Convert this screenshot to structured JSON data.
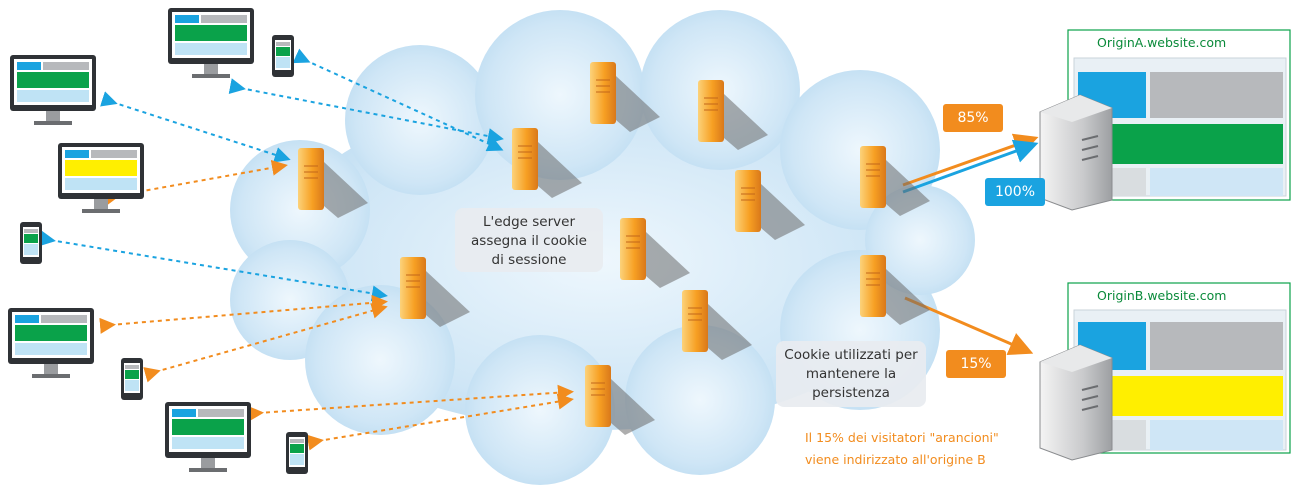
{
  "colors": {
    "orange": "#f28c1e",
    "blue": "#1aa3e0",
    "green": "#0aa24a",
    "yellow": "#ffef00",
    "server": "#f7a023",
    "cloud": "#cfe6f6"
  },
  "edge_callout": {
    "line1": "L'edge server",
    "line2": "assegna il cookie",
    "line3": "di sessione"
  },
  "persistence_callout": {
    "line1": "Cookie utilizzati per",
    "line2": "mantenere la",
    "line3": "persistenza"
  },
  "origin_a": {
    "url": "OriginA.website.com",
    "share_orange": "85%",
    "share_blue": "100%"
  },
  "origin_b": {
    "url": "OriginB.website.com",
    "share_orange": "15%"
  },
  "note": {
    "line1": "Il 15% dei visitatori \"arancioni\"",
    "line2": "viene indirizzato all'origine B"
  }
}
